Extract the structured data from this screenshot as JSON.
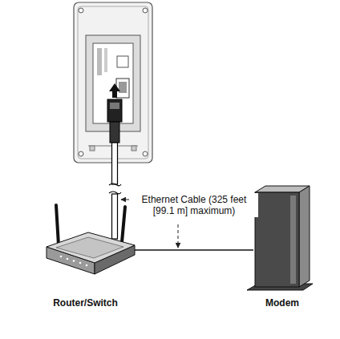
{
  "diagram": {
    "nodes": [
      {
        "text": [
          "Router/Switch"
        ]
      },
      {
        "text": [
          "Modem"
        ]
      }
    ],
    "edges": [
      {
        "from": 0,
        "to": 1,
        "arrow": "none"
      }
    ],
    "labels": [
      "Ethernet Cable (325 feet [99.1 m] maximum)"
    ]
  }
}
